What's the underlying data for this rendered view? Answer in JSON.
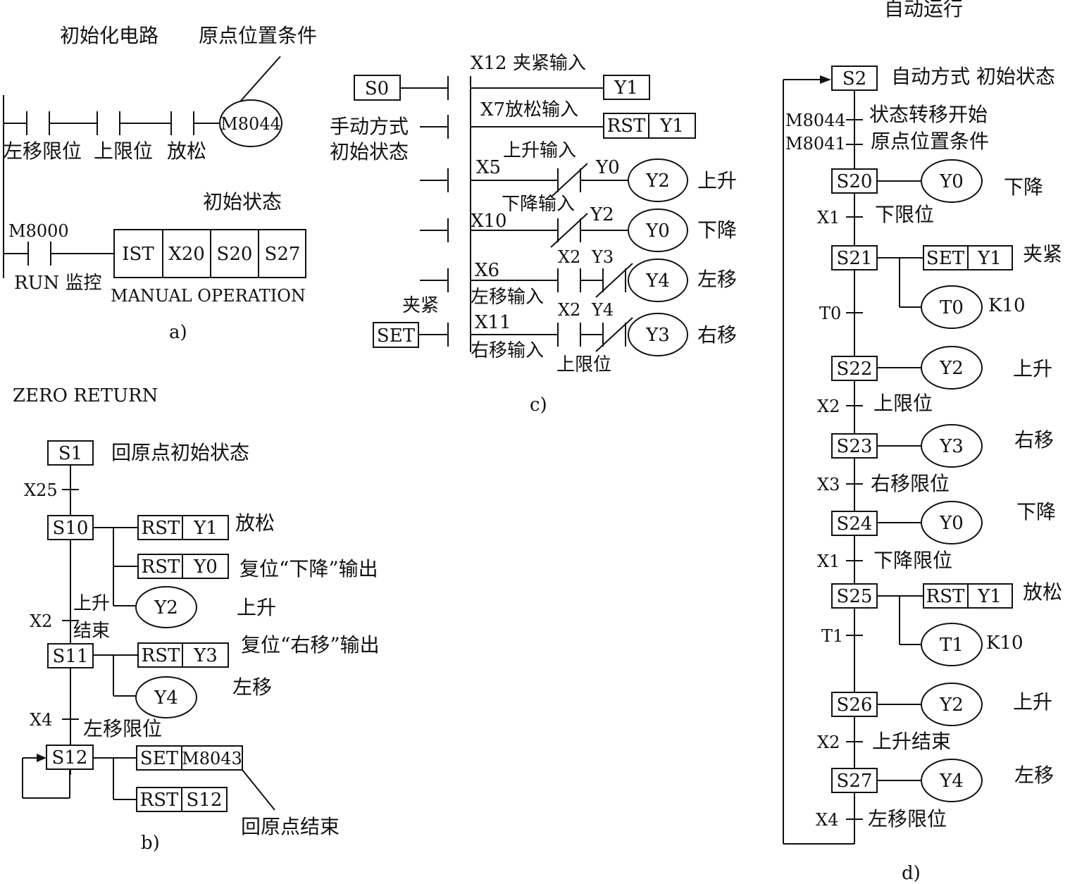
{
  "a": {
    "title_init_circuit": "初始化电路",
    "title_origin_cond": "原点位置条件",
    "contact_left_limit": "左移限位",
    "contact_upper_limit": "上限位",
    "contact_release": "放松",
    "coil_m8044": "M8044",
    "label_initial_state": "初始状态",
    "contact_m8000": "M8000",
    "label_run_monitor": "RUN 监控",
    "ist_cells": [
      "IST",
      "X20",
      "S20",
      "S27"
    ],
    "label_manual_operation": "MANUAL OPERATION",
    "caption": "a)"
  },
  "b": {
    "title": "ZERO RETURN",
    "s1": "S1",
    "s1_desc": "回原点初始状态",
    "x25": "X25",
    "s10": "S10",
    "rst": "RST",
    "y1": "Y1",
    "release": "放松",
    "y0": "Y0",
    "reset_down": "复位“下降”输出",
    "y2": "Y2",
    "up": "上升",
    "up_end_1": "上升",
    "up_end_2": "结束",
    "x2": "X2",
    "s11": "S11",
    "y3": "Y3",
    "reset_right": "复位“右移”输出",
    "y4": "Y4",
    "left": "左移",
    "x4": "X4",
    "left_limit": "左移限位",
    "s12": "S12",
    "set": "SET",
    "m8043": "M8043",
    "s12_rst": "S12",
    "origin_end": "回原点结束",
    "caption": "b)"
  },
  "c": {
    "s0": "S0",
    "x12_clamp_in": "X12 夹紧输入",
    "y1": "Y1",
    "manual_1": "手动方式",
    "manual_2": "初始状态",
    "x7_release_in": "X7放松输入",
    "rst": "RST",
    "up_in": "上升输入",
    "x5": "X5",
    "y0_nc": "Y0",
    "y2": "Y2",
    "up": "上升",
    "down_in": "下降输入",
    "x10": "X10",
    "y2_nc": "Y2",
    "y0": "Y0",
    "down": "下降",
    "x6": "X6",
    "x2_a": "X2",
    "y3_nc": "Y3",
    "y4": "Y4",
    "left": "左移",
    "left_in": "左移输入",
    "clamp": "夹紧",
    "x2_b": "X2",
    "y4_nc": "Y4",
    "set": "SET",
    "x11": "X11",
    "y3": "Y3",
    "right": "右移",
    "right_in": "右移输入",
    "upper_limit": "上限位",
    "caption": "c)"
  },
  "d": {
    "title": "自动运行",
    "s2": "S2",
    "s2_desc": "自动方式 初始状态",
    "m8044": "M8044",
    "m8044_desc": "状态转移开始",
    "m8041": "M8041",
    "m8041_desc": "原点位置条件",
    "steps": [
      {
        "s": "S20",
        "coil": "Y0",
        "desc": "下降"
      },
      {
        "s": "S21",
        "set": "SET",
        "sy": "Y1",
        "desc": "夹紧",
        "timer": "T0",
        "k": "K10"
      },
      {
        "s": "S22",
        "coil": "Y2",
        "desc": "上升"
      },
      {
        "s": "S23",
        "coil": "Y3",
        "desc": "右移"
      },
      {
        "s": "S24",
        "coil": "Y0",
        "desc": "下降"
      },
      {
        "s": "S25",
        "set": "RST",
        "sy": "Y1",
        "desc": "放松",
        "timer": "T1",
        "k": "K10"
      },
      {
        "s": "S26",
        "coil": "Y2",
        "desc": "上升"
      },
      {
        "s": "S27",
        "coil": "Y4",
        "desc": "左移"
      }
    ],
    "trans": [
      {
        "x": "X1",
        "desc": "下限位"
      },
      {
        "x": "T0",
        "desc": ""
      },
      {
        "x": "X2",
        "desc": "上限位"
      },
      {
        "x": "X3",
        "desc": "右移限位"
      },
      {
        "x": "X1",
        "desc": "下降限位"
      },
      {
        "x": "T1",
        "desc": ""
      },
      {
        "x": "X2",
        "desc": "上升结束"
      },
      {
        "x": "X4",
        "desc": "左移限位"
      }
    ],
    "caption": "d)"
  }
}
